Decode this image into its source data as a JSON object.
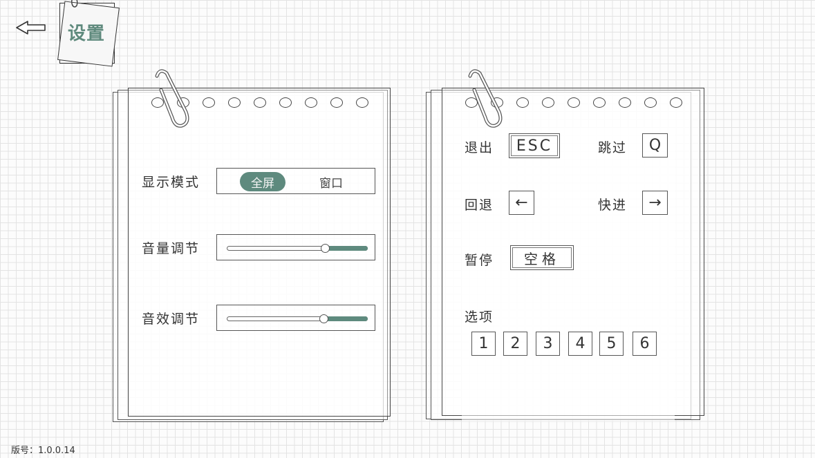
{
  "header": {
    "back_icon": "arrow-left-icon",
    "title": "设置"
  },
  "display_settings": {
    "display_mode": {
      "label": "显示模式",
      "options": [
        {
          "label": "全屏",
          "selected": true
        },
        {
          "label": "窗口",
          "selected": false
        }
      ]
    },
    "volume": {
      "label": "音量调节",
      "value_percent": 69
    },
    "sound_effects": {
      "label": "音效调节",
      "value_percent": 69
    }
  },
  "key_bindings": {
    "exit": {
      "label": "退出",
      "key": "ESC"
    },
    "skip": {
      "label": "跳过",
      "key": "Q"
    },
    "back": {
      "label": "回退",
      "key": "←"
    },
    "forward": {
      "label": "快进",
      "key": "→"
    },
    "pause": {
      "label": "暂停",
      "key": "空格"
    },
    "options": {
      "label": "选项",
      "keys": [
        "1",
        "2",
        "3",
        "4",
        "5",
        "6"
      ]
    }
  },
  "footer": {
    "version": "版号：1.0.0.14"
  },
  "colors": {
    "accent": "#5e8a7e",
    "ink": "#333333",
    "grid": "#e3e3e3"
  }
}
